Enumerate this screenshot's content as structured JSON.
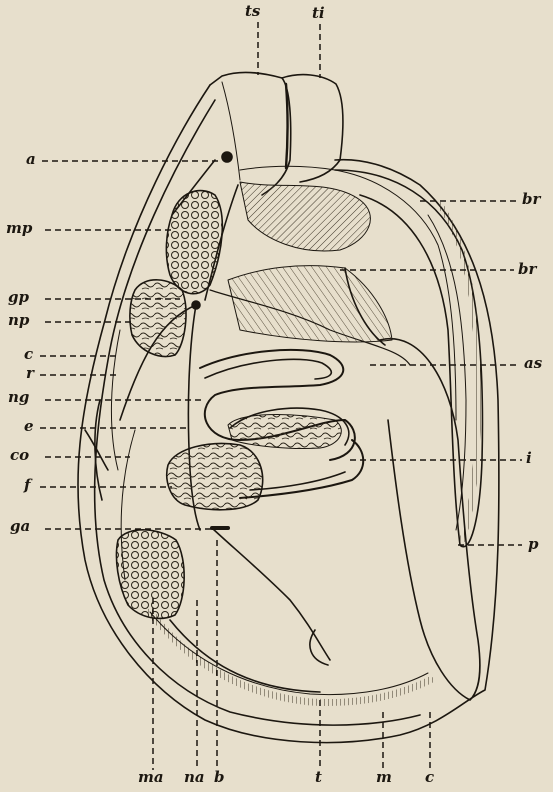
{
  "labels": {
    "ts": "ts",
    "ti": "ti",
    "a": "a",
    "mp": "mp",
    "gp": "gp",
    "np": "np",
    "c_left": "c",
    "r": "r",
    "ng": "ng",
    "e": "e",
    "co": "co",
    "f": "f",
    "ga": "ga",
    "br_upper": "br",
    "br_lower": "br",
    "as": "as",
    "i": "i",
    "p": "p",
    "ma": "ma",
    "na": "na",
    "b": "b",
    "t": "t",
    "m": "m",
    "c_bottom": "c"
  },
  "colors": {
    "paper": "#e7dfcc",
    "ink": "#1c1710",
    "shade": "#6b604d"
  }
}
